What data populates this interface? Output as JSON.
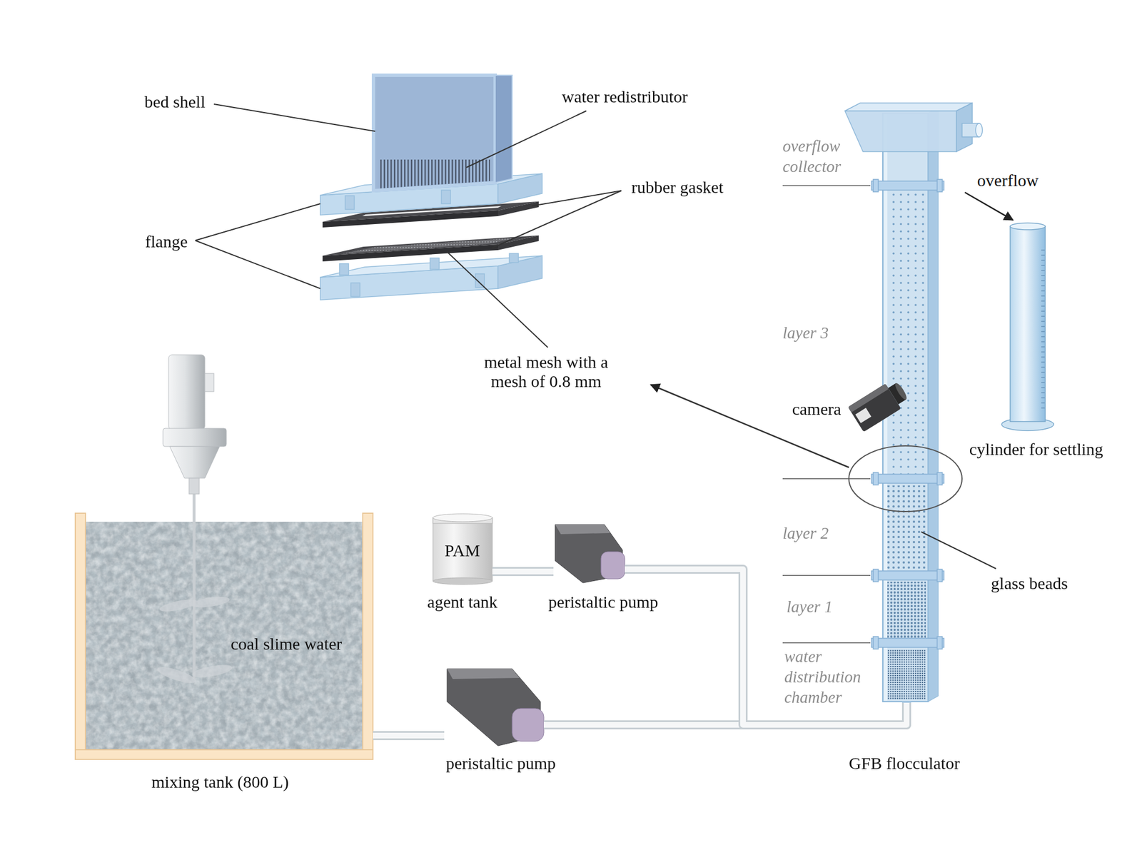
{
  "diagram": {
    "nodes": [
      {
        "text": [
          "coal slime water",
          "mixing tank (800 L)"
        ]
      },
      {
        "text": [
          "PAM",
          "agent tank"
        ]
      },
      {
        "text": [
          "peristaltic pump"
        ]
      },
      {
        "text": [
          "peristaltic pump"
        ]
      },
      {
        "text": [
          "GFB flocculator"
        ]
      },
      {
        "text": [
          "cylinder for settling"
        ]
      }
    ],
    "edges": [
      {
        "from": 0,
        "to": 3,
        "arrow": "none"
      },
      {
        "from": 3,
        "to": 4,
        "arrow": "none"
      },
      {
        "from": 1,
        "to": 2,
        "arrow": "none"
      },
      {
        "from": 2,
        "to": 4,
        "arrow": "none"
      },
      {
        "from": 4,
        "to": 5,
        "label": "overflow",
        "arrow": "to"
      }
    ],
    "labels": [
      "bed shell",
      "water redistributor",
      "rubber gasket",
      "flange",
      "metal mesh with a mesh of 0.8 mm",
      "overflow collector",
      "layer 3",
      "camera",
      "layer 2",
      "glass beads",
      "layer 1",
      "water distribution chamber"
    ]
  }
}
